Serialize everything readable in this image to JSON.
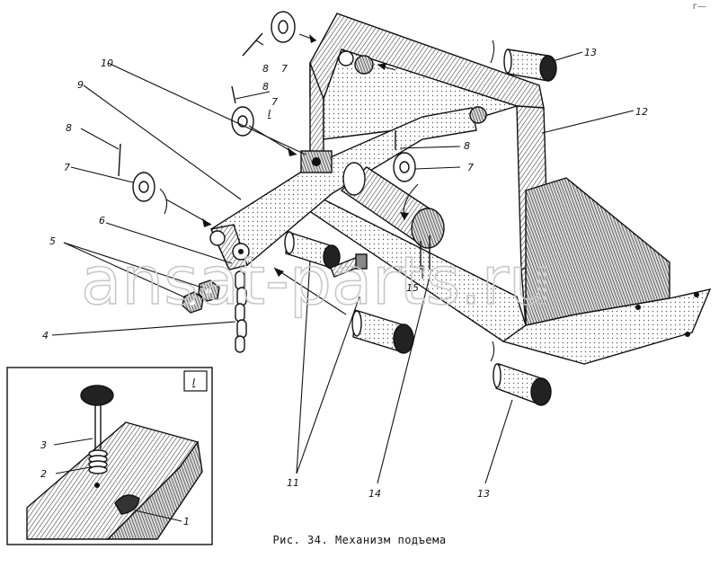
{
  "caption": "Рис. 34. Механизм подъема",
  "watermark": "ansat-parts.ru",
  "inset_title": "I",
  "view_mark": "I",
  "corner_mark": "г—",
  "labels": {
    "l13a": "13",
    "l12": "12",
    "l10": "10",
    "l9": "9",
    "l8a": "8",
    "l7a": "7",
    "l8b": "8",
    "l7b": "7",
    "l8c": "8",
    "l7c": "7",
    "l8d": "8",
    "l7d": "7",
    "l6": "6",
    "l5": "5",
    "l4": "4",
    "l15": "15",
    "l11": "11",
    "l14": "14",
    "l13b": "13",
    "l3": "3",
    "l2": "2",
    "l1": "1"
  },
  "colors": {
    "ink": "#111111",
    "shade": "#9a9a9a",
    "paper": "#ffffff",
    "watermark": "#c8c8c8"
  }
}
